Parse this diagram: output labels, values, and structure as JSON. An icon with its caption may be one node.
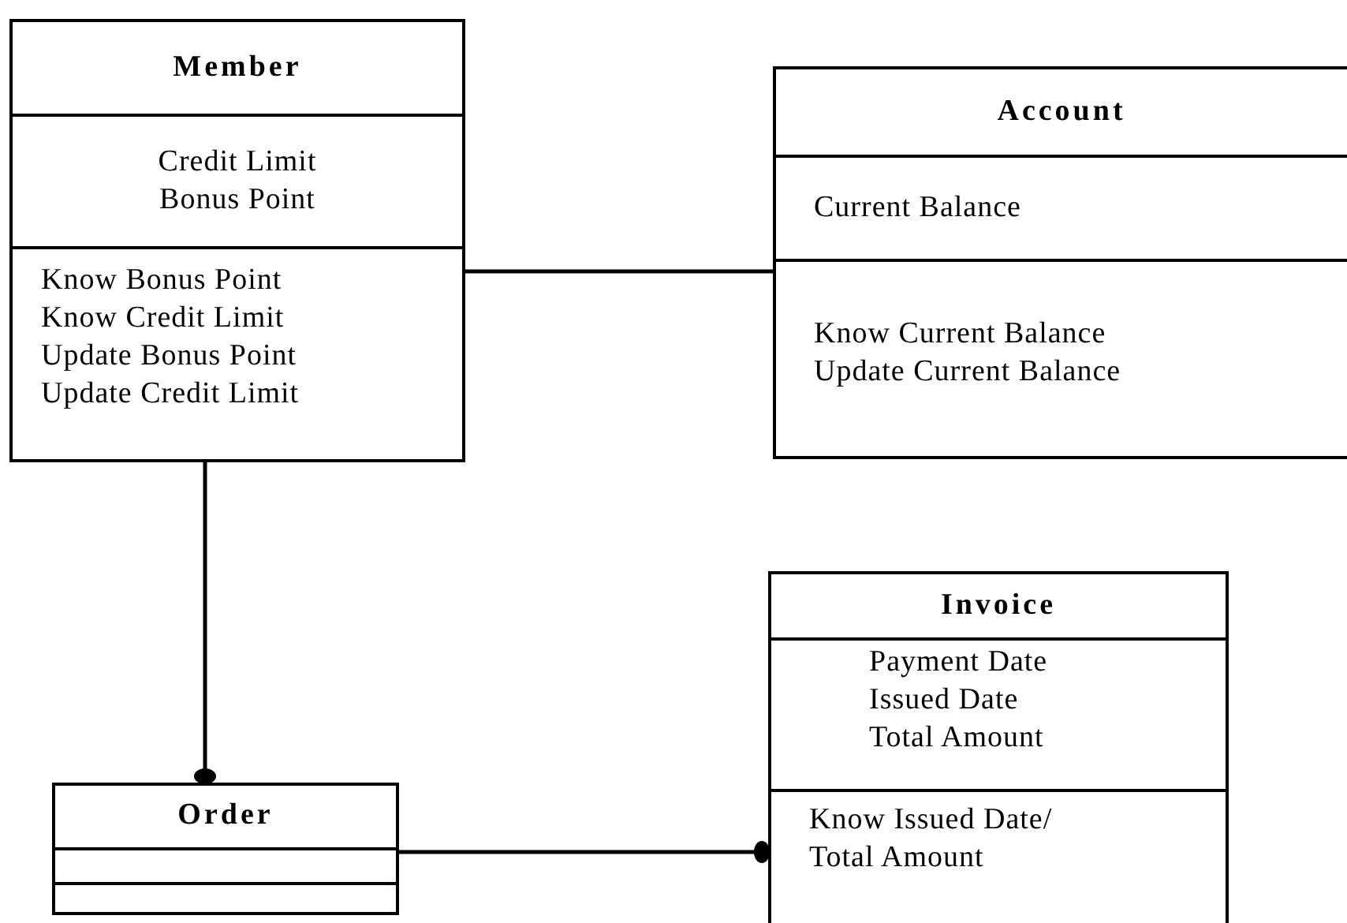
{
  "diagram": {
    "nodes": [
      {
        "text": [
          "Member"
        ]
      },
      {
        "text": [
          "Credit Limit",
          "Bonus Point"
        ],
        "in": 0
      },
      {
        "text": [
          "Know Bonus Point",
          "Know Credit Limit",
          "Update Bonus Point",
          "Update Credit Limit"
        ],
        "in": 0
      },
      {
        "text": [
          "Account"
        ]
      },
      {
        "text": [
          "Current Balance"
        ],
        "in": 3
      },
      {
        "text": [
          "Know Current Balance",
          "Update Current Balance"
        ],
        "in": 3
      },
      {
        "text": [
          "Invoice"
        ]
      },
      {
        "text": [
          "Payment Date",
          "Issued Date",
          "Total Amount"
        ],
        "in": 6
      },
      {
        "text": [
          "Know Issued Date/ Total Amount"
        ],
        "in": 6
      },
      {
        "text": [
          "Order"
        ]
      },
      {
        "text": [],
        "shape": "box",
        "in": 9
      },
      {
        "text": [],
        "shape": "box",
        "in": 9
      }
    ],
    "edges": [
      {
        "from": 0,
        "to": 3,
        "arrow": "none"
      },
      {
        "from": 0,
        "to": 9,
        "arrow": "other"
      },
      {
        "from": 9,
        "to": 6,
        "arrow": "other"
      }
    ]
  }
}
